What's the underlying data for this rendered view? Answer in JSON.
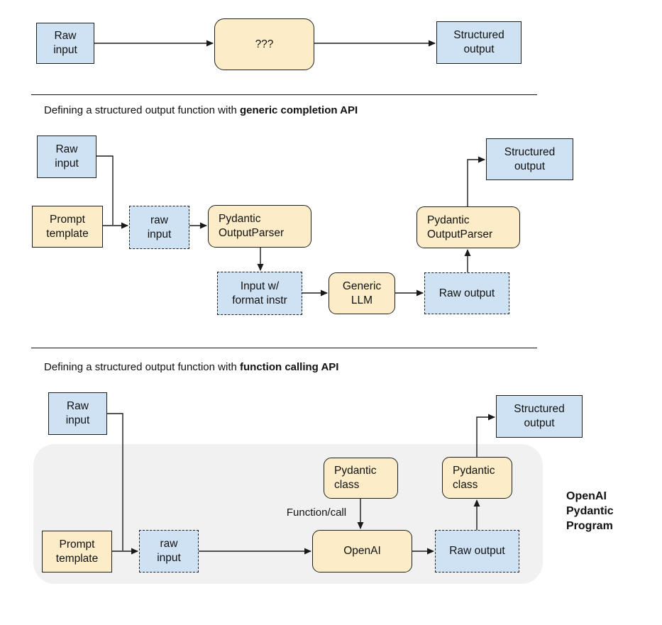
{
  "colors": {
    "box_blue": "#cfe2f3",
    "box_yellow": "#fcecc8",
    "panel_gray": "#f1f1f1",
    "line": "#1a1a1a"
  },
  "top_flow": {
    "raw_input": "Raw\ninput",
    "mystery": "???",
    "structured_output": "Structured\noutput"
  },
  "section_generic": {
    "heading_prefix": "Defining a structured output function with ",
    "heading_bold": "generic completion API",
    "raw_input": "Raw\ninput",
    "prompt_template": "Prompt\ntemplate",
    "raw_input_var": "raw\ninput",
    "output_parser_in": "Pydantic\nOutputParser",
    "input_w_format": "Input w/\nformat instr",
    "generic_llm": "Generic\nLLM",
    "raw_output": "Raw output",
    "output_parser_out": "Pydantic\nOutputParser",
    "structured_output": "Structured\noutput"
  },
  "section_function": {
    "heading_prefix": "Defining a structured output function with ",
    "heading_bold": "function calling API",
    "raw_input": "Raw\ninput",
    "prompt_template": "Prompt\ntemplate",
    "raw_input_var": "raw\ninput",
    "pydantic_class_in": "Pydantic\nclass",
    "function_call": "Function/call",
    "openai": "OpenAI",
    "raw_output": "Raw output",
    "pydantic_class_out": "Pydantic\nclass",
    "structured_output": "Structured\noutput",
    "program_label": "OpenAI\nPydantic\nProgram"
  }
}
